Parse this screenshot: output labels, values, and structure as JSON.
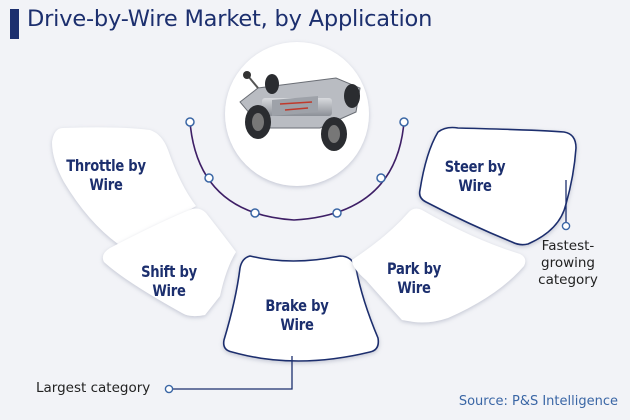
{
  "header": {
    "title": "Drive-by-Wire Market, by Application"
  },
  "segments": {
    "throttle": "Throttle by Wire",
    "shift": "Shift by Wire",
    "brake": "Brake by Wire",
    "park": "Park by Wire",
    "steer": "Steer by Wire"
  },
  "callouts": {
    "largest": "Largest category",
    "fastest_line1": "Fastest-",
    "fastest_line2": "growing",
    "fastest_line3": "category"
  },
  "footer": {
    "source": "Source: P&S Intelligence"
  },
  "colors": {
    "navy": "#1c2f6e",
    "accent_blue": "#3a66a5",
    "arc": "#3e1f66",
    "background": "#f2f3f7"
  },
  "icons": {
    "center": "car-chassis-icon"
  }
}
